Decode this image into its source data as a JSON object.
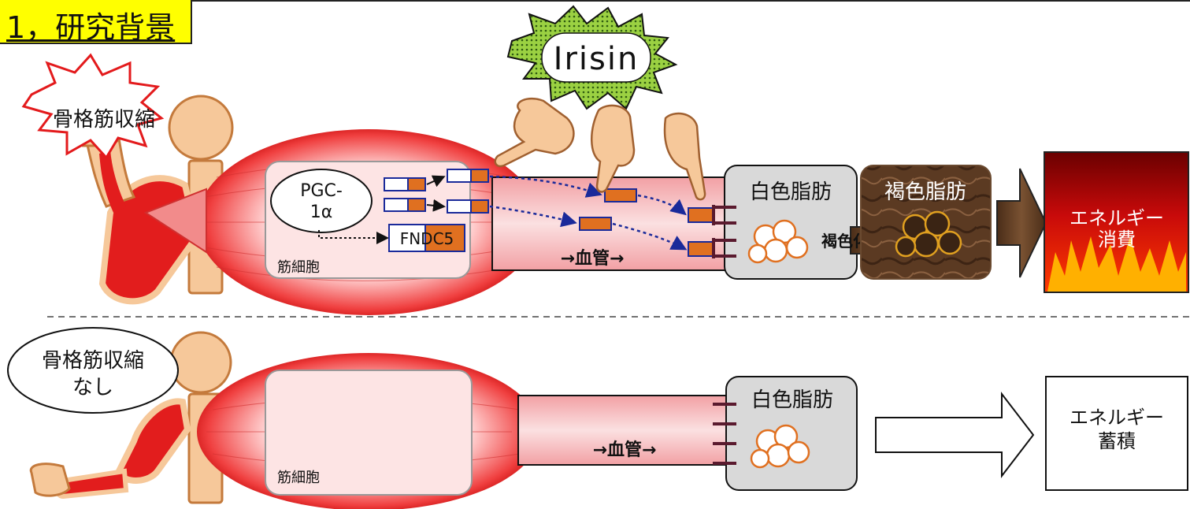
{
  "title": "1，研究背景",
  "top": {
    "contraction_label": "骨格筋収縮",
    "irisin_label": "Irisin",
    "pgc_line1": "PGC-",
    "pgc_line2": "1α",
    "fndc5_label": "FNDC5",
    "muscle_cell_label": "筋細胞",
    "vessel_label": "→血管→",
    "white_fat_label": "白色脂肪",
    "brown_fat_label": "褐色脂肪",
    "browning_label": "褐色化",
    "energy_line1": "エネルギー",
    "energy_line2": "消費"
  },
  "bottom": {
    "contraction_line1": "骨格筋収縮",
    "contraction_line2": "なし",
    "muscle_cell_label": "筋細胞",
    "vessel_label": "→血管→",
    "white_fat_label": "白色脂肪",
    "energy_line1": "エネルギー",
    "energy_line2": "蓄積"
  },
  "colors": {
    "highlight": "#ffff00",
    "muscle_red": "#e31a1c",
    "vessel_pink": "#f7c6c8",
    "fat_gray": "#d9d9d9",
    "brown_fat": "#5a3a22",
    "skin": "#f6c89a",
    "irisin_green": "#8fc93a",
    "orange": "#e07020",
    "dotted_blue": "#1a2a9a",
    "fire_red": "#d01010"
  }
}
